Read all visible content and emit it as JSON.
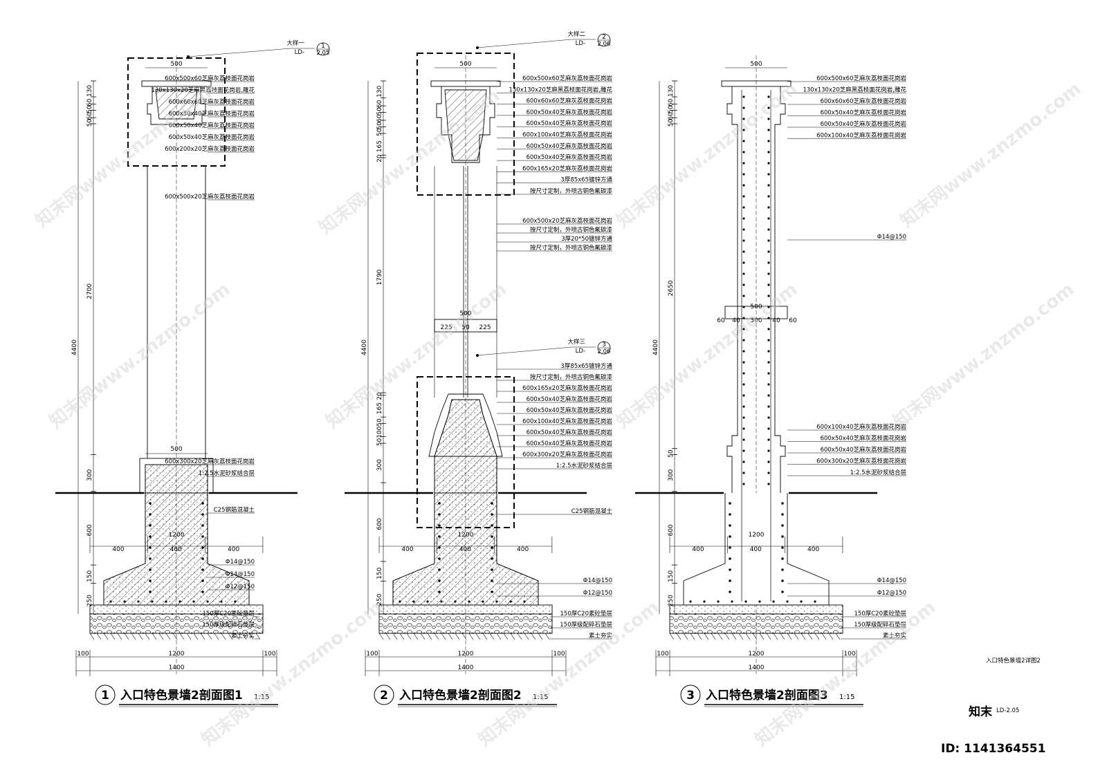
{
  "sections": [
    {
      "number": "1",
      "title": "入口特色景墙2剖面图1",
      "scale": "1:15",
      "callout": {
        "label": "大样一",
        "ref": "1",
        "sheet": "LD-",
        "page": "2.05"
      },
      "top_width": "500",
      "mid_width": "500",
      "vert_dims": [
        "130",
        "60",
        "50",
        "60",
        "50",
        "2700",
        "300",
        "600",
        "150",
        "250"
      ],
      "total_height": "4400",
      "labels": [
        "600x500x60芝麻灰荔枝面花岗岩",
        "130x130x20芝麻黑荔枝面花岗岩,雕花",
        "600x60x60芝麻灰荔枝面花岗岩",
        "600x50x40芝麻灰荔枝面花岗岩",
        "600x50x40芝麻灰荔枝面花岗岩",
        "600x50x40芝麻灰荔枝面花岗岩",
        "600x200x20芝麻灰荔枝面花岗岩",
        "600x500x20芝麻灰荔枝面花岗岩",
        "600x300x20芝麻灰荔枝面花岗岩",
        "1:2.5水泥砂浆结合层",
        "C25钢筋混凝土",
        "Φ14@150",
        "Φ14@150",
        "Φ12@150",
        "150厚C20素砼垫层",
        "150厚级配碎石垫层",
        "素土夯实"
      ],
      "base_dims": [
        "400",
        "400",
        "400"
      ],
      "base_total": "1200",
      "bottom_dims": [
        "100",
        "1200",
        "100"
      ],
      "bottom_total": "1400"
    },
    {
      "number": "2",
      "title": "入口特色景墙2剖面图2",
      "scale": "1:15",
      "callout": {
        "label": "大样二",
        "ref": "2",
        "sheet": "LD-",
        "page": "2.06"
      },
      "callout2": {
        "label": "大样三",
        "ref": "3",
        "sheet": "LD-",
        "page": "2.06"
      },
      "top_width": "500",
      "mid_dims": [
        "225",
        "50",
        "225"
      ],
      "mid_total": "500",
      "vert_dims": [
        "130",
        "60",
        "50",
        "60",
        "50",
        "50",
        "165",
        "20",
        "1790",
        "20",
        "165",
        "50",
        "100",
        "50",
        "300",
        "600",
        "150",
        "250"
      ],
      "total_height": "4400",
      "labels_top": [
        "600x500x60芝麻灰荔枝面花岗岩",
        "130x130x20芝麻黑荔枝面花岗岩,雕花",
        "600x60x60芝麻灰荔枝面花岗岩",
        "600x50x40芝麻灰荔枝面花岗岩",
        "600x50x40芝麻灰荔枝面花岗岩",
        "600x100x40芝麻灰荔枝面花岗岩",
        "600x50x40芝麻灰荔枝面花岗岩",
        "600x50x40芝麻灰荔枝面花岗岩",
        "600x165x20芝麻灰荔枝面花岗岩",
        "3厚85x65镀锌方通",
        "按尺寸定制，外喷古铜色氟碳漆",
        "600x500x20芝麻灰荔枝面花岗岩",
        "按尺寸定制，外喷古铜色氟碳漆",
        "3厚20*50镀锌方通",
        "按尺寸定制，外喷古铜色氟碳漆"
      ],
      "labels_bottom": [
        "3厚85x65镀锌方通",
        "按尺寸定制，外喷古铜色氟碳漆",
        "600x165x20芝麻灰荔枝面花岗岩",
        "600x50x40芝麻灰荔枝面花岗岩",
        "600x50x40芝麻灰荔枝面花岗岩",
        "600x100x40芝麻灰荔枝面花岗岩",
        "600x50x40芝麻灰荔枝面花岗岩",
        "600x50x40芝麻灰荔枝面花岗岩",
        "600x300x20芝麻灰荔枝面花岗岩",
        "1:2.5水泥砂浆结合层",
        "C25钢筋混凝土",
        "Φ14@150",
        "Φ12@150",
        "150厚C20素砼垫层",
        "150厚级配碎石垫层",
        "素土夯实"
      ],
      "base_dims": [
        "400",
        "400",
        "400"
      ],
      "base_total": "1200",
      "bottom_dims": [
        "100",
        "1200",
        "100"
      ],
      "bottom_total": "1400"
    },
    {
      "number": "3",
      "title": "入口特色景墙2剖面图3",
      "scale": "1:15",
      "top_width": "500",
      "mid_dims": [
        "60",
        "40",
        "300",
        "40",
        "60"
      ],
      "mid_total": "500",
      "vert_dims": [
        "130",
        "60",
        "50",
        "60",
        "50",
        "2650",
        "50",
        "300",
        "600",
        "150",
        "250"
      ],
      "total_height": "4400",
      "labels_top": [
        "600x500x60芝麻灰荔枝面花岗岩",
        "130x130x20芝麻黑荔枝面花岗岩,雕花",
        "600x60x60芝麻灰荔枝面花岗岩",
        "600x50x40芝麻灰荔枝面花岗岩",
        "600x50x40芝麻灰荔枝面花岗岩",
        "600x100x40芝麻灰荔枝面花岗岩"
      ],
      "rebar_label": "Φ14@150",
      "labels_bottom": [
        "600x100x40芝麻灰荔枝面花岗岩",
        "600x50x40芝麻灰荔枝面花岗岩",
        "600x50x40芝麻灰荔枝面花岗岩",
        "600x300x20芝麻灰荔枝面花岗岩",
        "1:2.5水泥砂浆结合层",
        "Φ14@150",
        "Φ12@150",
        "150厚C20素砼垫层",
        "150厚级配碎石垫层",
        "素土夯实"
      ],
      "base_dims": [
        "400",
        "400",
        "400"
      ],
      "base_total": "1200",
      "bottom_dims": [
        "100",
        "1200",
        "100"
      ],
      "bottom_total": "1400"
    }
  ],
  "sheet_title": "入口特色景墙2详图2",
  "sheet_code": "LD-2.05",
  "watermark": {
    "brand": "知末",
    "id": "ID: 1141364551",
    "site": "知末网www.znzmo.com"
  }
}
